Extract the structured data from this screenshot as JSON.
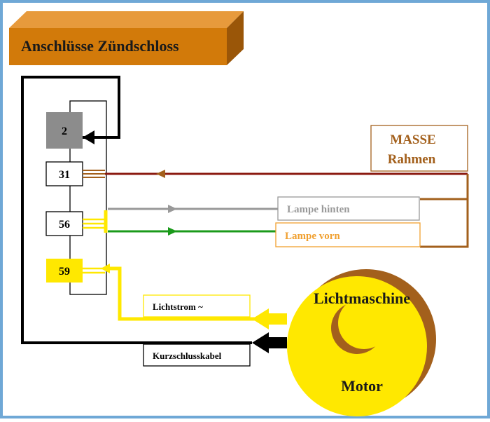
{
  "title": "Anschlüsse Zündschloss",
  "terminals": {
    "t2": "2",
    "t31": "31",
    "t56": "56",
    "t59": "59"
  },
  "labels": {
    "masse": "MASSE",
    "rahmen": "Rahmen",
    "lampe_hinten": "Lampe hinten",
    "lampe_vorn": "Lampe vorn",
    "lichtstrom": "Lichtstrom ~",
    "kurzschlusskabel": "Kurzschlusskabel",
    "lichtmaschine": "Lichtmaschine",
    "motor": "Motor"
  },
  "colors": {
    "frame": "#6fa8d6",
    "title_bg": "#d27a0a",
    "title_shadow": "#9a5608",
    "masse": "#8b1a10",
    "brown": "#a3601c",
    "grey": "#999999",
    "green": "#1a9a1a",
    "yellow": "#ffe800",
    "black": "#000000",
    "lampe_vorn_text": "#f0a030",
    "terminal_2_fill": "#8c8c8c"
  }
}
